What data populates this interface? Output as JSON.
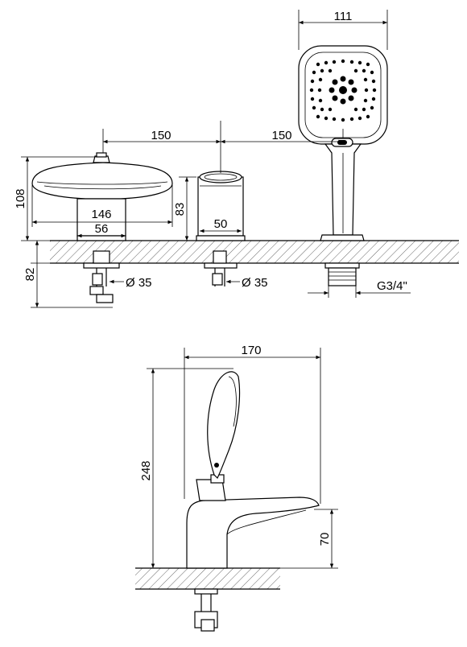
{
  "top_view": {
    "handshower_width": "111",
    "spacing_left": "150",
    "spacing_right": "150",
    "spout_height": "108",
    "spout_width": "146",
    "spout_base": "56",
    "valve_height": "83",
    "valve_base": "50",
    "below_deck": "82",
    "hole_left": "Ø 35",
    "hole_center": "Ø 35",
    "connection": "G3/4\""
  },
  "side_view": {
    "total_width": "170",
    "total_height": "248",
    "spout_height": "70"
  },
  "colors": {
    "line": "#000000",
    "background": "#ffffff"
  }
}
